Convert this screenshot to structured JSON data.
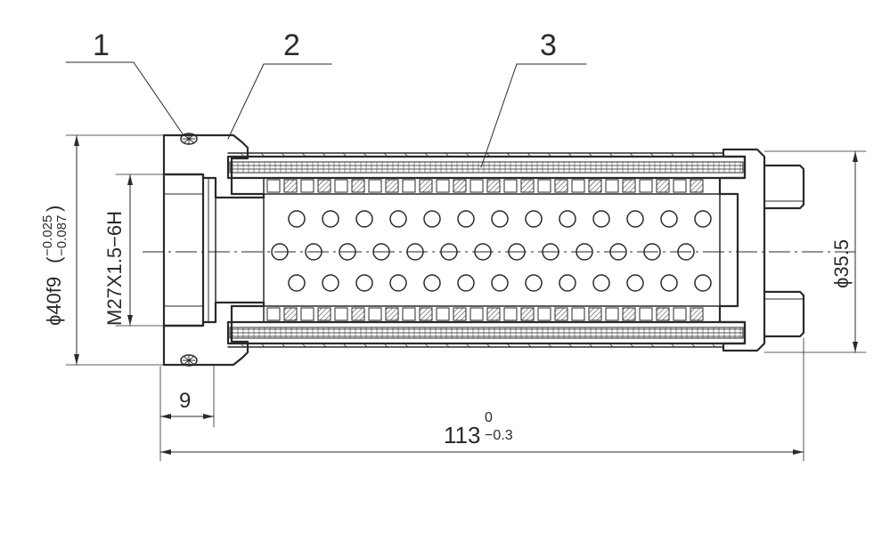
{
  "callouts": [
    {
      "id": "1",
      "label": "1"
    },
    {
      "id": "2",
      "label": "2"
    },
    {
      "id": "3",
      "label": "3"
    }
  ],
  "dimensions": {
    "outer_diameter": {
      "main": "ϕ40f9",
      "upper_dev": "−0.025",
      "lower_dev": "−0.087"
    },
    "thread": "M27X1.5−6H",
    "outlet_diameter": "ϕ35.5",
    "flange_width": "9",
    "overall_length": {
      "main": "113",
      "upper_dev": "0",
      "lower_dev": "−0.3"
    }
  },
  "holes": {
    "rows": 3,
    "row_counts": [
      13,
      13,
      13
    ]
  },
  "colors": {
    "ink": "#2a2a2a",
    "paper": "#ffffff"
  }
}
